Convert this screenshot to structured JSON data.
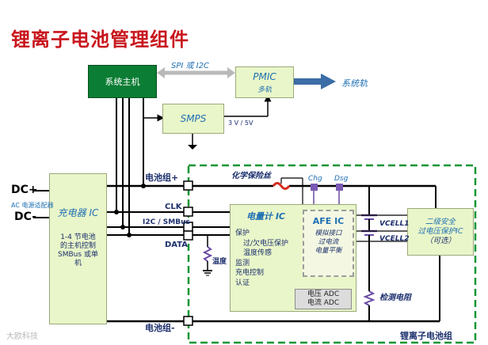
{
  "title": "锂离子电池管理组件",
  "host": {
    "label": "系统主机"
  },
  "bus_label": "SPI 或 I2C",
  "pmic": {
    "label": "PMIC",
    "sub": "多轨"
  },
  "system_rail": "系统轨",
  "smps": {
    "label": "SMPS",
    "voltage": "3 V / 5V"
  },
  "charger": {
    "label": "充电器 IC",
    "desc": [
      "1-4 节电池",
      "的主机控制",
      "SMBus 或单",
      "机"
    ]
  },
  "dc_plus": "DC+",
  "dc_minus": "DC-",
  "ac_adapter": "AC 电源适配器",
  "signals": {
    "pack_plus": "电池组+",
    "clk": "CLK",
    "i2c": "I2C / SMBus",
    "data": "DATA",
    "pack_minus": "电池组-"
  },
  "fuse": "化学保险丝",
  "chg": "Chg",
  "dsg": "Dsg",
  "gauge": {
    "label": "电量计 IC",
    "lines": [
      "保护",
      "过/欠电压保护",
      "温度传感",
      "监测",
      "充电控制",
      "认证"
    ]
  },
  "afe": {
    "label": "AFE IC",
    "lines": [
      "模拟接口",
      "过电流",
      "电量平衡"
    ]
  },
  "adc": [
    "电压 ADC",
    "电流 ADC"
  ],
  "temp": "温度",
  "vcell1": "VCELL1",
  "vcell2": "VCELL2",
  "protector": {
    "lines": [
      "二级安全",
      "过电压保护IC",
      "（可选）"
    ]
  },
  "sense": "检测电阻",
  "pack_label": "锂离子电池组",
  "watermark": "大欧科技"
}
